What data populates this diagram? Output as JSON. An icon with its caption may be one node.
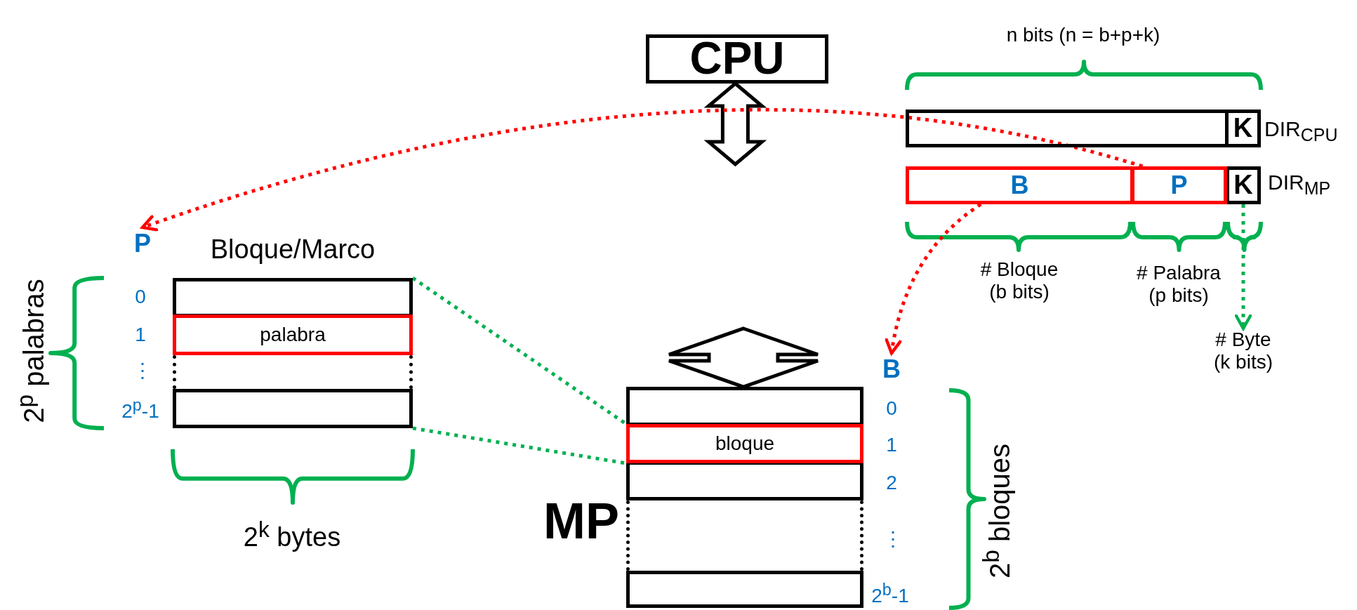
{
  "diagram": {
    "nodes": [
      {
        "text": [
          "CPU"
        ]
      },
      {
        "text": [
          "DIR$_{CPU}$"
        ]
      },
      {
        "text": [
          "K"
        ],
        "in": 1
      },
      {
        "text": [
          "DIR$_{MP}$"
        ]
      },
      {
        "text": [
          "B"
        ],
        "in": 3
      },
      {
        "text": [
          "P"
        ],
        "in": 3
      },
      {
        "text": [
          "K"
        ],
        "in": 3
      },
      {
        "text": [
          "Bloque/Marco"
        ]
      },
      {
        "text": [],
        "shape": "box",
        "in": 7
      },
      {
        "text": [
          "palabra"
        ],
        "in": 7
      },
      {
        "text": [],
        "shape": "box",
        "in": 7
      },
      {
        "text": [
          "P"
        ]
      },
      {
        "text": [
          "MP"
        ]
      },
      {
        "text": [],
        "shape": "box",
        "in": 12
      },
      {
        "text": [
          "bloque"
        ],
        "in": 12
      },
      {
        "text": [],
        "shape": "box",
        "in": 12
      },
      {
        "text": [],
        "shape": "box",
        "in": 12
      },
      {
        "text": [
          "B"
        ]
      },
      {
        "text": [
          "# Byte (k bits)"
        ]
      }
    ],
    "edges": [
      {
        "from": 0,
        "to": null,
        "arrow": "both",
        "style": "thick"
      },
      {
        "from": null,
        "to": 12,
        "arrow": "both",
        "style": "thick"
      },
      {
        "from": 5,
        "to": 11,
        "arrow": "to",
        "style": "dashed",
        "color": "#ff0000"
      },
      {
        "from": 4,
        "to": 17,
        "arrow": "to",
        "style": "dashed",
        "color": "#ff0000"
      },
      {
        "from": 7,
        "to": 14,
        "arrow": "none",
        "style": "dashed",
        "color": "#00b050"
      },
      {
        "from": 7,
        "to": 14,
        "arrow": "none",
        "style": "dashed",
        "color": "#00b050"
      },
      {
        "from": 6,
        "to": 18,
        "arrow": "to",
        "style": "dashed",
        "color": "#00b050"
      }
    ],
    "labels": [
      "n bits (n = b+p+k)",
      "# Bloque (b bits)",
      "# Palabra (p bits)",
      "2$^{p}$ palabras",
      "0",
      "1",
      "⋮",
      "2$^{p}$-1",
      "2$^{k}$ bytes",
      "0",
      "1",
      "2",
      "⋮",
      "2$^{b}$-1",
      "2$^{b}$ bloques"
    ]
  }
}
